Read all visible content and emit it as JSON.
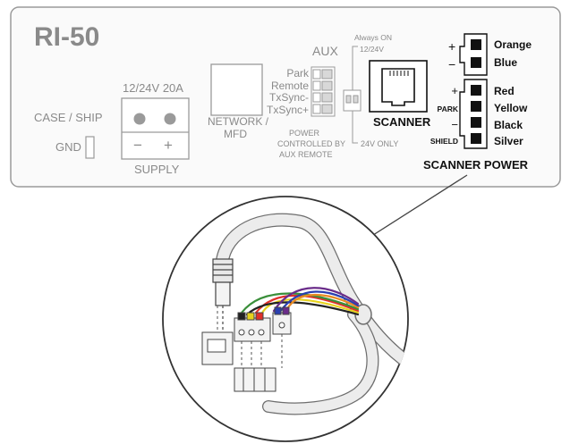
{
  "panel": {
    "title": "RI-50",
    "case_ship": "CASE / SHIP",
    "gnd": "GND",
    "supply_rating": "12/24V 20A",
    "supply_minus": "−",
    "supply_plus": "+",
    "supply": "SUPPLY",
    "network_line1": "NETWORK /",
    "network_line2": "MFD",
    "aux_title": "AUX",
    "aux_pins": [
      "Park",
      "Remote",
      "TxSync-",
      "TxSync+"
    ],
    "power_note_line1": "POWER",
    "power_note_line2": "CONTROLLED BY",
    "power_note_line3": "AUX REMOTE",
    "always_on_line1": "Always ON",
    "always_on_line2": "12/24V",
    "v24_only": "24V ONLY",
    "scanner": "SCANNER",
    "top_plus": "+",
    "top_minus": "−",
    "top_wires": [
      "Orange",
      "Blue"
    ],
    "power_signs": [
      "+",
      "PARK",
      "−",
      "SHIELD"
    ],
    "power_wires": [
      "Red",
      "Yellow",
      "Black",
      "Silver"
    ],
    "scanner_power": "SCANNER POWER"
  },
  "colors": {
    "panel_text": "#8a8a8a",
    "panel_border": "#9a9a9a",
    "wire_red": "#e0302a",
    "wire_yellow": "#e6d21e",
    "wire_blue": "#2a3fb0",
    "wire_purple": "#6a2c8a",
    "wire_black": "#222222",
    "wire_orange": "#e98a22"
  }
}
